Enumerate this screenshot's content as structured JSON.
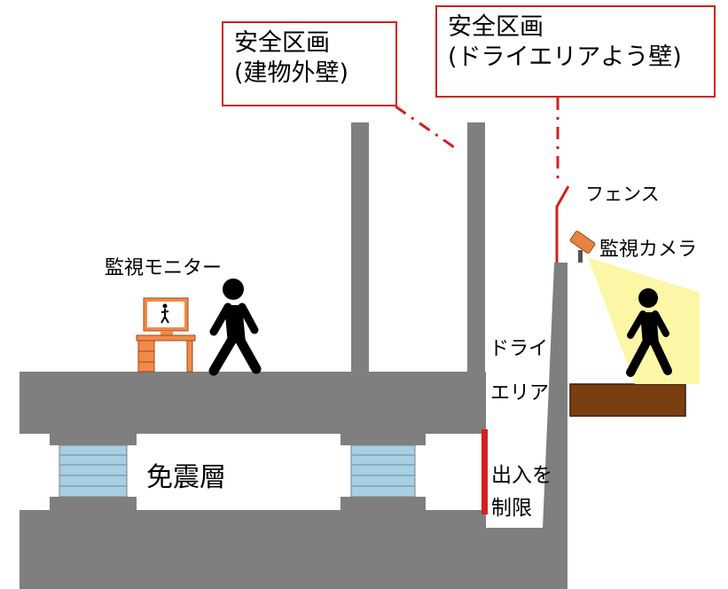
{
  "callouts": {
    "wall": {
      "line1": "安全区画",
      "line2": "(建物外壁)"
    },
    "dry_area": {
      "line1": "安全区画",
      "line2": "(ドライエリアよう壁)"
    }
  },
  "labels": {
    "fence": "フェンス",
    "camera": "監視カメラ",
    "monitor": "監視モニター",
    "dry_area_1": "ドライ",
    "dry_area_2": "エリア",
    "isolation_layer": "免震層",
    "restrict_1": "出入を",
    "restrict_2": "制限"
  },
  "colors": {
    "concrete": "#7f7f7f",
    "accent_red": "#d32020",
    "bearing": "#a8cfe2",
    "ground": "#7a3f10",
    "light_cone": "#fbf7a6",
    "desk": "#f28a4a",
    "camera": "#e8823f"
  }
}
